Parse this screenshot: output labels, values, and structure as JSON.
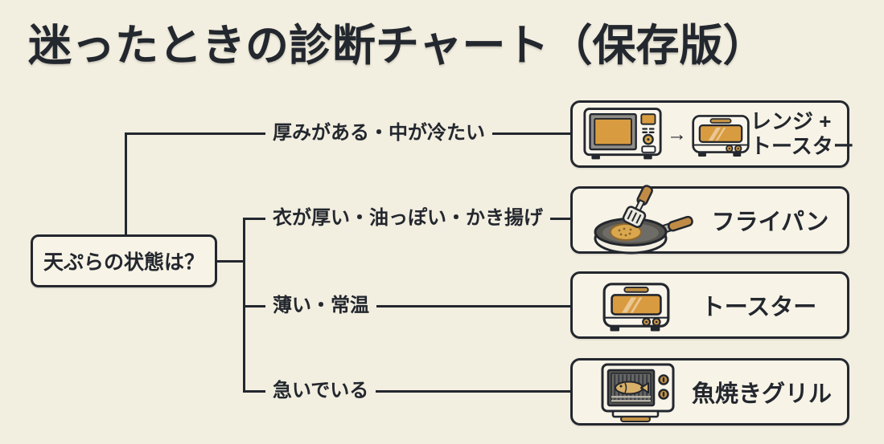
{
  "title": "迷ったときの診断チャート（保存版）",
  "root": {
    "question": "天ぷらの状態は？"
  },
  "branches": [
    {
      "condition": "厚みがある・中が冷たい",
      "result_line1": "レンジ +",
      "result_line2": "トースター",
      "arrow_glyph": "→",
      "icons": [
        "microwave-icon",
        "arrow-right-icon",
        "toaster-icon"
      ]
    },
    {
      "condition": "衣が厚い・油っぽい・かき揚げ",
      "result": "フライパン",
      "icons": [
        "frying-pan-icon"
      ]
    },
    {
      "condition": "薄い・常温",
      "result": "トースター",
      "icons": [
        "toaster-icon"
      ]
    },
    {
      "condition": "急いでいる",
      "result": "魚焼きグリル",
      "icons": [
        "fish-grill-icon"
      ]
    }
  ],
  "colors": {
    "background": "#f2eee0",
    "ink": "#23272e",
    "box-fill": "#f7f3e6",
    "amber": "#d99b3f",
    "gold": "#c49245",
    "wood": "#c08c45",
    "appliance-body": "#faf6ec",
    "door-gray": "#8f8d88",
    "interior-gray": "#5f5d59"
  }
}
